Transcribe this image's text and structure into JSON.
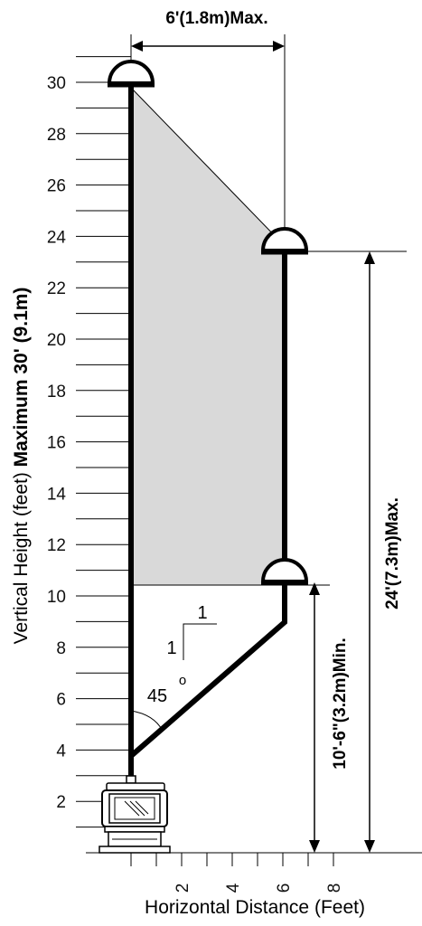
{
  "diagram": {
    "top_dimension_label": "6'(1.8m)Max.",
    "right_dimension_label": "24'(7.3m)Max.",
    "min_dimension_label": "10'-6\"(3.2m)Min.",
    "y_axis_title_regular": "Vertical Height (feet) ",
    "y_axis_title_bold": "Maximum 30' (9.1m)",
    "x_axis_title": "Horizontal Distance (Feet)",
    "y_ticks": [
      "2",
      "4",
      "6",
      "8",
      "10",
      "12",
      "14",
      "16",
      "18",
      "20",
      "22",
      "24",
      "26",
      "28",
      "30"
    ],
    "x_ticks": [
      "2",
      "4",
      "6",
      "8"
    ],
    "slope_rise": "1",
    "slope_run": "1",
    "angle_value": "45",
    "angle_unit": "o",
    "colors": {
      "shaded_region": "#d9d9d9",
      "pipe": "#000000"
    }
  }
}
